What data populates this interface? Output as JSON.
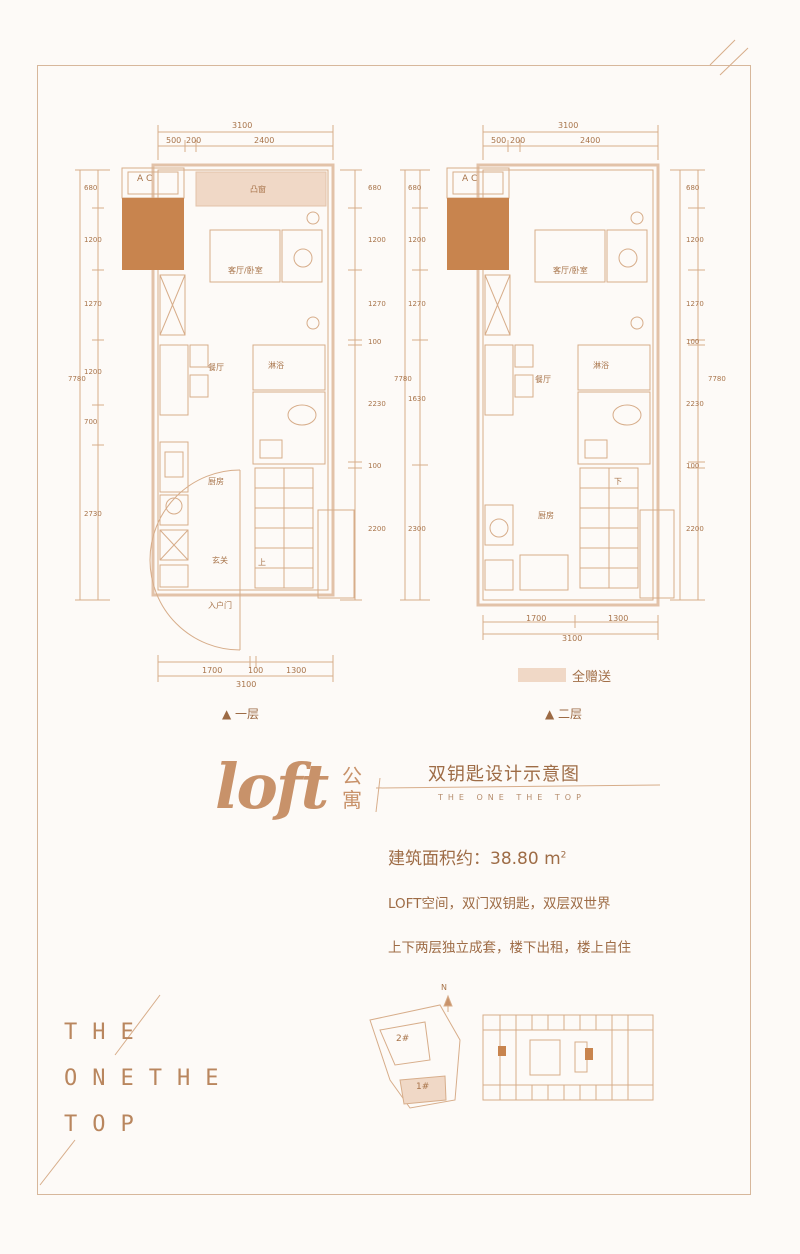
{
  "plans": {
    "left": {
      "dims_top_total": "3100",
      "dims_top_parts": [
        "500",
        "200",
        "2400"
      ],
      "dims_bottom_parts": [
        "1700",
        "100",
        "1300"
      ],
      "dims_bottom_total": "3100",
      "dims_left": [
        "680",
        "1200",
        "1270",
        "1200",
        "700",
        "2730"
      ],
      "dims_left_total": "7780",
      "dims_right": [
        "680",
        "1200",
        "1270",
        "100",
        "2230",
        "100",
        "2200"
      ],
      "rooms": {
        "balcony": "凸窗",
        "living": "客厅/卧室",
        "bath": "淋浴",
        "dining": "餐厅",
        "kitchen": "厨房",
        "foyer": "玄关",
        "entry": "入户门",
        "up": "上"
      },
      "ac_label": "A C",
      "floor_label": "▲ 一层"
    },
    "right": {
      "dims_top_total": "3100",
      "dims_top_parts": [
        "500",
        "200",
        "2400"
      ],
      "dims_bottom_parts": [
        "1700",
        "1300"
      ],
      "dims_bottom_total": "3100",
      "dims_left": [
        "680",
        "1200",
        "1270",
        "1630",
        "2300"
      ],
      "dims_left_total": "7780",
      "dims_right": [
        "680",
        "1200",
        "1270",
        "100",
        "2230",
        "100",
        "2200"
      ],
      "dims_right_total": "7780",
      "rooms": {
        "living": "客厅/卧室",
        "bath": "淋浴",
        "dining": "餐厅",
        "kitchen": "厨房",
        "down": "下"
      },
      "ac_label": "A C",
      "floor_label": "▲ 二层"
    }
  },
  "legend": {
    "label": "全赠送",
    "color": "#f0d8c6"
  },
  "title": {
    "loft": "loft",
    "apt_1": "公",
    "apt_2": "寓",
    "main": "双钥匙设计示意图",
    "sub": "THE ONE THE TOP"
  },
  "area": {
    "label": "建筑面积约：38.80 m",
    "sup": "2"
  },
  "desc": {
    "line1": "LOFT空间，双门双钥匙，双层双世界",
    "line2": "上下两层独立成套，楼下出租，楼上自住"
  },
  "brand": {
    "line1": "THE",
    "line2": "ONETHE",
    "line3": "TOP"
  },
  "site_map": {
    "building_label": "2#",
    "north": "N",
    "tag": "1#"
  },
  "colors": {
    "accent": "#c8926a",
    "dark_fill": "#c8844e",
    "line": "#d7b79b",
    "text": "#9e6c46"
  }
}
